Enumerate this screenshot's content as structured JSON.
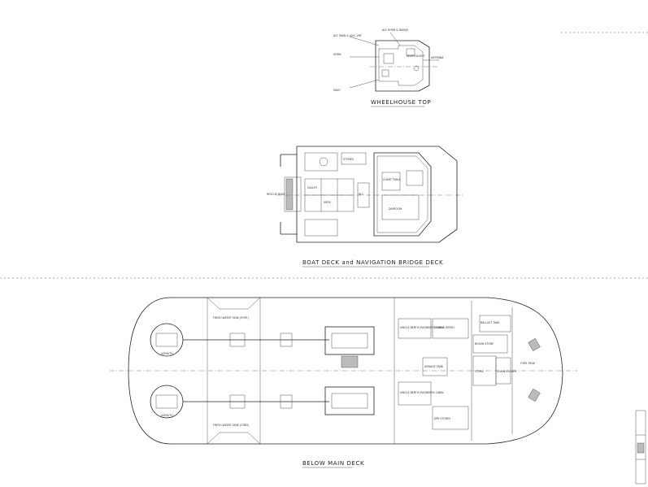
{
  "titles": {
    "wheelhouse_top": "WHEELHOUSE TOP",
    "boat_deck": "BOAT DECK and NAVIGATION BRIDGE DECK",
    "below_main_deck": "BELOW MAIN DECK"
  },
  "wheelhouse_labels": {
    "a": "ALT. MAIN & AUX. VHF",
    "b": "ALL HORN & RADAR",
    "c": "SEARCHLIGHT",
    "d": "HORN",
    "e": "ANTENNA",
    "f": "MAST"
  },
  "boat_deck_labels": {
    "chart_table": "CHART TABLE",
    "dayroom": "DAYROOM",
    "rescue_boat": "RESCUE BOAT",
    "galley": "GALLEY",
    "mess": "MESS",
    "stores": "STORES",
    "wc": "W.C."
  },
  "below_deck_labels": {
    "fresh_water_port": "FRESH WATER TANK (PORT)",
    "fresh_water_stbd": "FRESH WATER TANK (STBD)",
    "single_berth_a": "SINGLE BERTH ENGINEERS CABIN",
    "single_berth_b": "SINGLE BERTH ENGINEERS CABIN",
    "double_berth": "DOUBLE BERTH",
    "ballast_tank": "BALLAST TANK",
    "fore_peak": "FORE PEAK",
    "chain_locker": "CHAIN LOCKER",
    "stores": "STORE",
    "sewage": "SEWAGE TANK",
    "bosun_store": "BOSUN STORE",
    "dry_stores": "DRY STORES",
    "azimuth": "AZIMUTH"
  }
}
